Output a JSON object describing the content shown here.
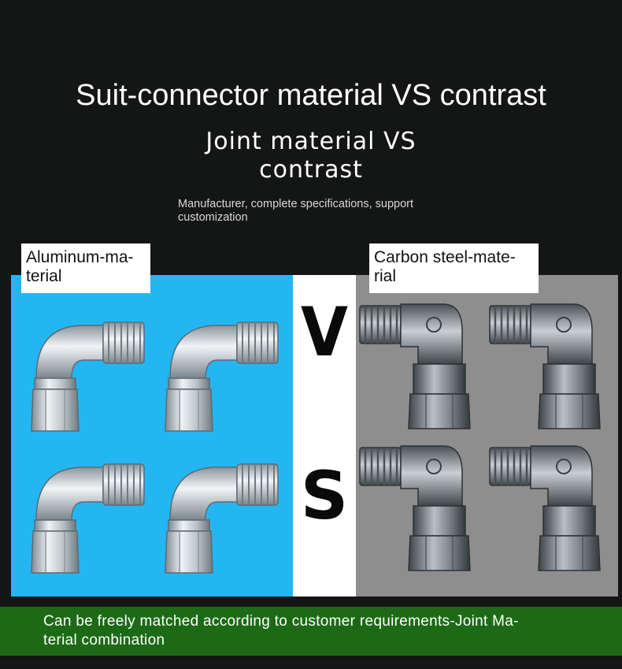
{
  "header": {
    "title": "Suit-connector material VS contrast",
    "subtitle_line1": "Joint material VS",
    "subtitle_line2": "contrast",
    "note_line1": "Manufacturer, complete specifications, support",
    "note_line2": "customization"
  },
  "comparison": {
    "left_label_line1": "Aluminum-ma-",
    "left_label_line2": "terial",
    "right_label_line1": "Carbon steel-mate-",
    "right_label_line2": "rial",
    "vs_top": "V",
    "vs_bottom": "S"
  },
  "footer": {
    "line1": "Can be freely matched according to customer requirements-Joint Ma-",
    "line2": "terial combination"
  },
  "colors": {
    "left_panel": "#24b6f2",
    "right_panel": "#8e8e8e",
    "footer_band": "#1d6a16"
  }
}
